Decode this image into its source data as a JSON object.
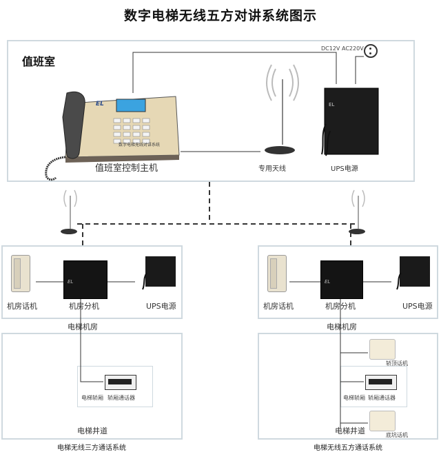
{
  "title": "数字电梯无线五方对讲系统图示",
  "duty_room": {
    "name": "值班室",
    "host_label": "值班室控制主机",
    "host_panel_text": "数字电梯无线对讲系统",
    "antenna_label": "专用天线",
    "ups_label": "UPS电源",
    "dc_label": "DC12V",
    "ac_label": "AC220V"
  },
  "left_system": {
    "machine_room": "电梯机房",
    "phone_label": "机房话机",
    "extension_label": "机房分机",
    "ups_label": "UPS电源",
    "shaft_label": "电梯井道",
    "car_label": "电梯轿厢",
    "car_device_label": "轿厢通话器",
    "caption": "电梯无线三方通话系统"
  },
  "right_system": {
    "machine_room": "电梯机房",
    "phone_label": "机房话机",
    "extension_label": "机房分机",
    "ups_label": "UPS电源",
    "top_phone_label": "轿顶话机",
    "car_label": "电梯轿厢",
    "car_device_label": "轿厢通话器",
    "shaft_label": "电梯井道",
    "pit_phone_label": "底坑话机",
    "caption": "电梯无线五方通话系统"
  },
  "device_brand": "EL"
}
